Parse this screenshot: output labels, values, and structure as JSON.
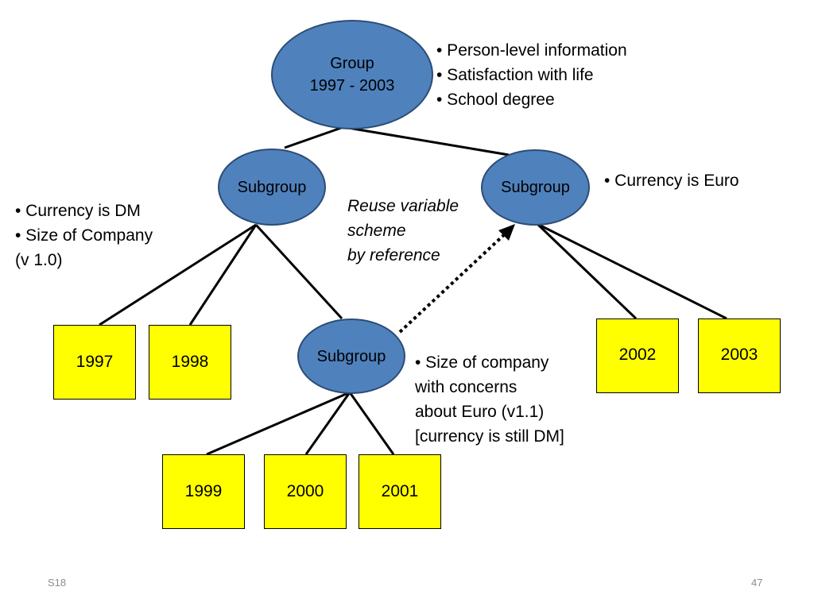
{
  "nodes": {
    "group": {
      "line1": "Group",
      "line2": "1997 - 2003"
    },
    "subgroup_left": {
      "label": "Subgroup"
    },
    "subgroup_right": {
      "label": "Subgroup"
    },
    "subgroup_mid": {
      "label": "Subgroup"
    },
    "years": [
      "1997",
      "1998",
      "1999",
      "2000",
      "2001",
      "2002",
      "2003"
    ]
  },
  "notes": {
    "group_notes": [
      "• Person-level information",
      "• Satisfaction with life",
      "• School degree"
    ],
    "left_notes": [
      "• Currency is DM",
      "• Size of Company",
      "(v 1.0)"
    ],
    "right_notes": [
      "• Currency is Euro"
    ],
    "mid_notes": [
      "• Size of company",
      "with concerns",
      "about Euro (v1.1)",
      "[currency is still DM]"
    ],
    "reuse_note": [
      "Reuse variable",
      "scheme",
      "by reference"
    ]
  },
  "footer": {
    "left": "S18",
    "right": "47"
  },
  "colors": {
    "ellipse_fill": "#4f81bd",
    "box_fill": "#ffff00"
  }
}
